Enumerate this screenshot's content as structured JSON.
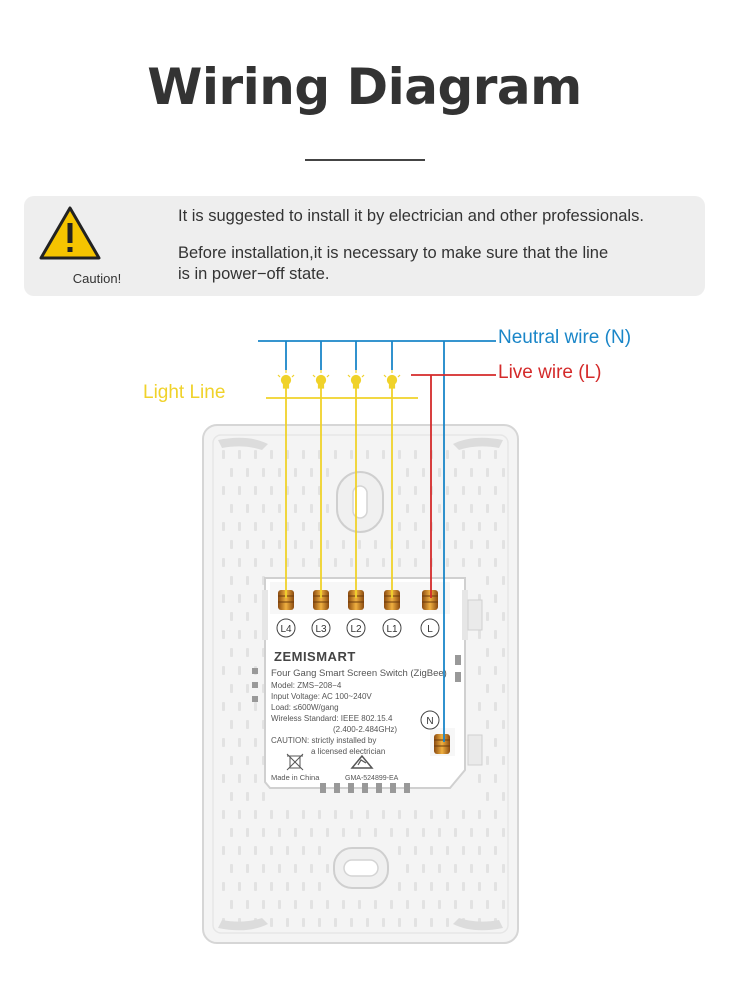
{
  "header": {
    "title": "Wiring Diagram"
  },
  "caution": {
    "label": "Caution!",
    "line1": "It is suggested to install it by electrician and other professionals.",
    "line2a": "Before installation,it is necessary to make sure that the line",
    "line2b": "is in power−off state."
  },
  "wires": {
    "neutral": "Neutral wire (N)",
    "live": "Live wire (L)",
    "light": "Light Line"
  },
  "terminals": [
    "L4",
    "L3",
    "L2",
    "L1",
    "L",
    "N"
  ],
  "module": {
    "brand": "ZEMISMART",
    "product": "Four Gang Smart Screen Switch (ZigBee)",
    "model": "Model: ZMS−208−4",
    "voltage": "Input Voltage: AC 100~240V",
    "load": "Load: ≤600W/gang",
    "wireless": "Wireless Standard: IEEE 802.15.4",
    "freq": "(2.400-2.484GHz)",
    "caution1": "CAUTION: strictly installed by",
    "caution2": "a licensed electrician",
    "made": "Made in China",
    "cert": "GMA-524899-EA"
  },
  "colors": {
    "neutral": "#1a86c8",
    "live": "#d42a2a",
    "light": "#f0d22a",
    "plate": "#f4f4f4"
  }
}
